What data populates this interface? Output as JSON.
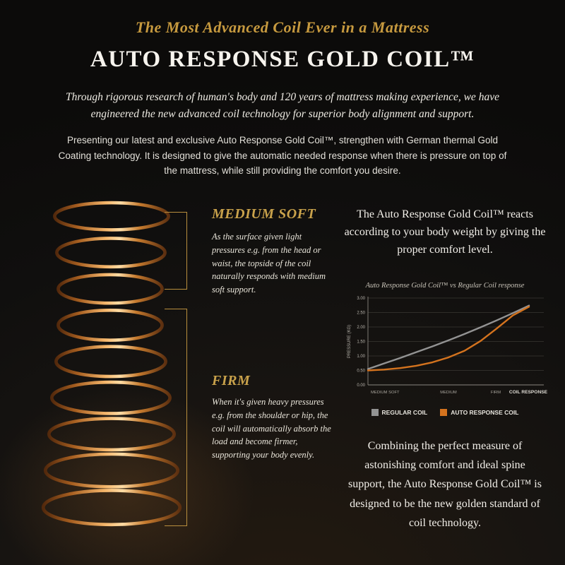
{
  "header": {
    "eyebrow": "The Most Advanced Coil Ever in a Mattress",
    "title": "AUTO RESPONSE GOLD COIL™",
    "lede": "Through rigorous research of human's body and 120 years of mattress making experience, we have engineered the new advanced coil technology for superior body alignment and support.",
    "intro": "Presenting our latest and exclusive Auto Response Gold Coil™, strengthen with German thermal Gold Coating technology. It is designed to give the automatic needed response when there is pressure on top of the mattress, while still providing the comfort you desire."
  },
  "annotations": {
    "medium_soft": {
      "heading": "MEDIUM SOFT",
      "body": "As the surface given light pressures e.g. from the head or waist, the topside of the coil naturally responds with medium soft support."
    },
    "firm": {
      "heading": "FIRM",
      "body": "When it's given heavy pressures e.g. from the shoulder or hip, the coil will automatically absorb the load and become firmer, supporting your body evenly."
    }
  },
  "right_column": {
    "reacts": "The Auto Response Gold Coil™ reacts according to your body weight by giving the proper comfort level.",
    "closing": "Combining the perfect measure of astonishing comfort and ideal spine support, the Auto Response Gold Coil™ is designed to be the new golden standard of coil technology."
  },
  "chart_data": {
    "type": "line",
    "title": "Auto Response Gold Coil™ vs Regular Coil response",
    "ylabel": "PRESSURE (KG)",
    "xlabel": "COIL RESPONSE",
    "ylim": [
      0,
      3
    ],
    "yticks": [
      0.0,
      0.5,
      1.0,
      1.5,
      2.0,
      2.5,
      3.0
    ],
    "x_categories": [
      "MEDIUM SOFT",
      "MEDIUM",
      "FIRM"
    ],
    "x": [
      0,
      0.1,
      0.2,
      0.3,
      0.4,
      0.5,
      0.6,
      0.7,
      0.8,
      0.9,
      1
    ],
    "series": [
      {
        "name": "REGULAR COIL",
        "color": "#939393",
        "values": [
          0.55,
          0.74,
          0.93,
          1.13,
          1.33,
          1.54,
          1.76,
          1.99,
          2.23,
          2.48,
          2.74
        ]
      },
      {
        "name": "AUTO RESPONSE COIL",
        "color": "#d4731e",
        "values": [
          0.5,
          0.53,
          0.58,
          0.66,
          0.78,
          0.95,
          1.18,
          1.52,
          1.95,
          2.4,
          2.7
        ]
      }
    ],
    "grid": true,
    "legend_position": "bottom"
  },
  "colors": {
    "gold": "#c9a24b",
    "bracket_gold": "#b98f3e",
    "regular_coil": "#939393",
    "auto_response_coil": "#d4731e",
    "background": "#121110"
  }
}
